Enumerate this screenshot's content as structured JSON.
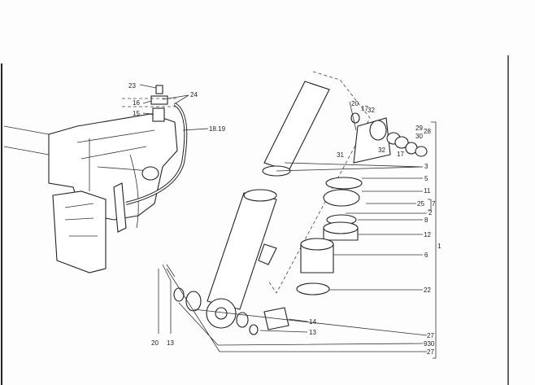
{
  "diagram": {
    "type": "exploded parts drawing",
    "labels": {
      "l23": "23",
      "l24": "24",
      "l16": "16",
      "l15": "15",
      "l1819": "18.19",
      "l20a": "20",
      "l17a": "17",
      "l32a": "32",
      "l29": "29",
      "l28": "28",
      "l30": "30",
      "l31": "31",
      "l32b": "32",
      "l17b": "17",
      "l3": "3",
      "l5": "5",
      "l11": "11",
      "l25": "25",
      "l7": "7",
      "l2": "2",
      "l8": "8",
      "l12": "12",
      "l1": "1",
      "l6": "6",
      "l22": "22",
      "l14": "14",
      "l13a": "13",
      "l27a": "27",
      "l930": "930",
      "l27b": "27",
      "l20b": "20",
      "l13b": "13"
    }
  }
}
